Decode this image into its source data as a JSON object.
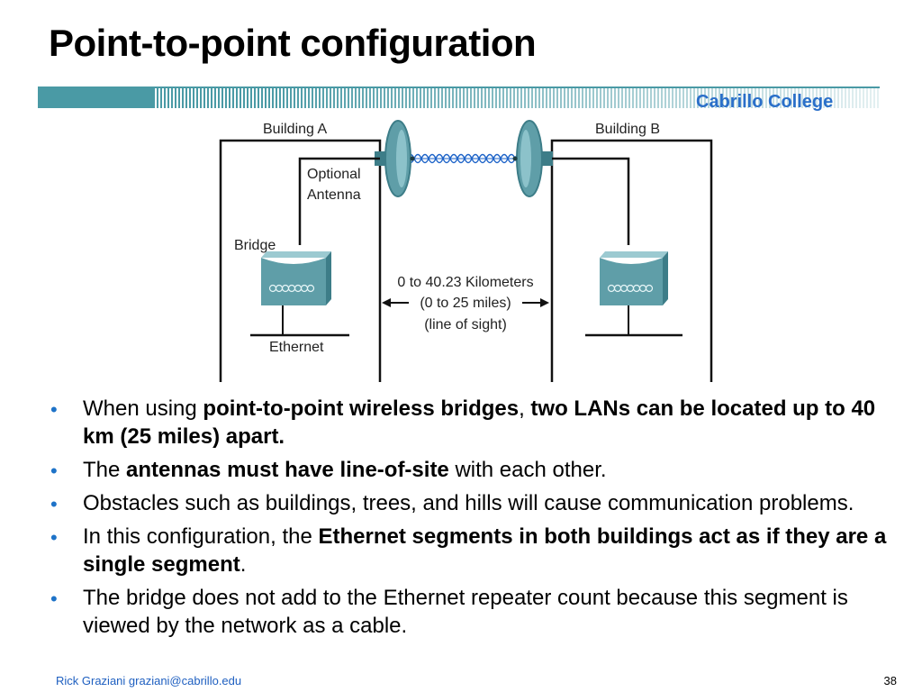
{
  "title": "Point-to-point configuration",
  "college": "Cabrillo College",
  "diagram": {
    "building_a": "Building A",
    "building_b": "Building B",
    "optional_antenna_line1": "Optional",
    "optional_antenna_line2": "Antenna",
    "bridge": "Bridge",
    "ethernet": "Ethernet",
    "distance_line1": "0 to 40.23 Kilometers",
    "distance_line2": "(0 to 25 miles)",
    "distance_line3": "(line of sight)"
  },
  "bullets": [
    {
      "pre": "When using ",
      "b1": "point-to-point wireless bridges",
      "mid": ", ",
      "b2": "two LANs can be located up to 40 km (25 miles) apart.",
      "post": ""
    },
    {
      "pre": "The ",
      "b1": "antennas must have line-of-site",
      "mid": " with each other.",
      "b2": "",
      "post": ""
    },
    {
      "pre": "Obstacles such as buildings, trees, and hills will cause communication problems.",
      "b1": "",
      "mid": "",
      "b2": "",
      "post": ""
    },
    {
      "pre": "In this configuration, the ",
      "b1": "Ethernet segments in both buildings act as if they are a single segment",
      "mid": ".",
      "b2": "",
      "post": ""
    },
    {
      "pre": "The bridge does not add to the Ethernet repeater count because this segment is viewed by the network as a cable.",
      "b1": "",
      "mid": "",
      "b2": "",
      "post": ""
    }
  ],
  "footer": {
    "author": "Rick Graziani  graziani@cabrillo.edu",
    "page_number": "38"
  },
  "colors": {
    "banner": "#4a9aa5",
    "college": "#2a6fc9",
    "bullet": "#1e73c8",
    "device": "#5f9ea8"
  }
}
